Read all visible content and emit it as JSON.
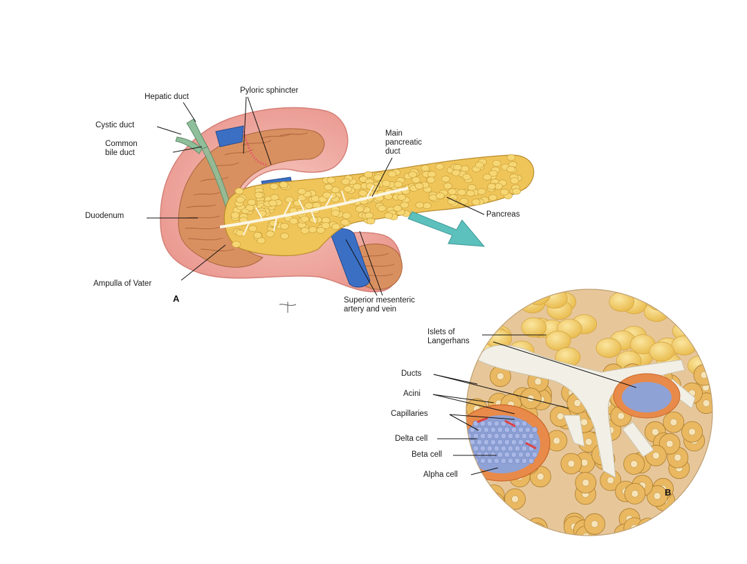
{
  "panel_a": {
    "letter": "A",
    "labels": {
      "hepatic_duct": "Hepatic duct",
      "pyloric_sphincter": "Pyloric sphincter",
      "cystic_duct": "Cystic duct",
      "common_bile_duct_1": "Common",
      "common_bile_duct_2": "bile duct",
      "main_pancreatic_duct_1": "Main",
      "main_pancreatic_duct_2": "pancreatic",
      "main_pancreatic_duct_3": "duct",
      "duodenum": "Duodenum",
      "pancreas": "Pancreas",
      "ampulla_of_vater": "Ampulla of Vater",
      "superior_mesenteric_1": "Superior mesenteric",
      "superior_mesenteric_2": "artery and vein"
    }
  },
  "panel_b": {
    "letter": "B",
    "labels": {
      "islets_1": "Islets of",
      "islets_2": "Langerhans",
      "ducts": "Ducts",
      "acini": "Acini",
      "capillaries": "Capillaries",
      "delta_cell": "Delta cell",
      "beta_cell": "Beta cell",
      "alpha_cell": "Alpha cell"
    }
  },
  "colors": {
    "duodenum_outer": "#f2b3ab",
    "duodenum_inner": "#d9935e",
    "pancreas": "#f0c85a",
    "pancreas_lobule": "#f6d774",
    "vessel": "#3b6fc4",
    "bile_duct": "#8fbf9a",
    "arrow": "#5cc0bd",
    "islet": "#e88a4a",
    "islet_core": "#8fa2d6",
    "duct_white": "#f2efe6",
    "acinus": "#e9b860"
  }
}
